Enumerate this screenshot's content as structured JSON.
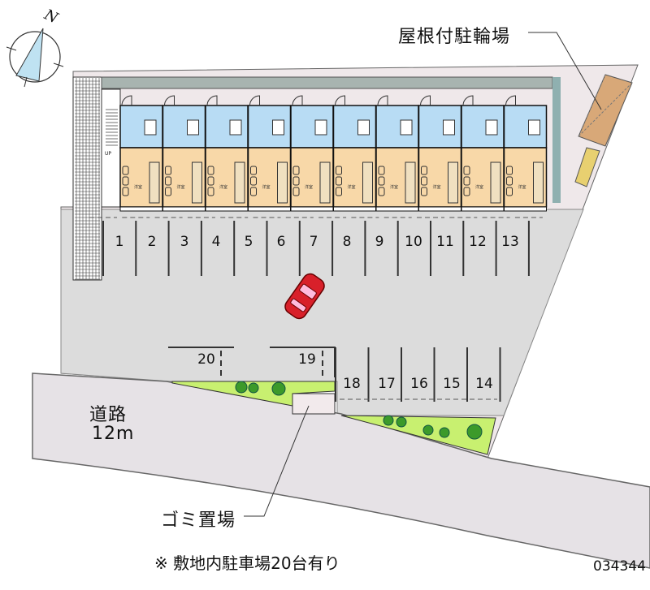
{
  "title_labels": {
    "bicycle_parking": "屋根付駐輪場",
    "garbage": "ゴミ置場",
    "road_name": "道路",
    "road_width": "12m",
    "note": "※ 敷地内駐車場20台有り",
    "code": "034344",
    "compass": "N",
    "stair_label": "UP",
    "room_label": "洋室"
  },
  "parking_top": [
    "1",
    "2",
    "3",
    "4",
    "5",
    "6",
    "7",
    "8",
    "9",
    "10",
    "11",
    "12",
    "13"
  ],
  "parking_bottom": [
    "18",
    "17",
    "16",
    "15",
    "14"
  ],
  "parking_left": [
    "20",
    "19"
  ],
  "units": 10,
  "colors": {
    "lot": "#dcdcdc",
    "site": "#efe8ea",
    "road": "#e6e2e6",
    "wet_area": "#b8dcf4",
    "room": "#f8d8a8",
    "car": "#d8202a",
    "green": "#c8f070"
  }
}
